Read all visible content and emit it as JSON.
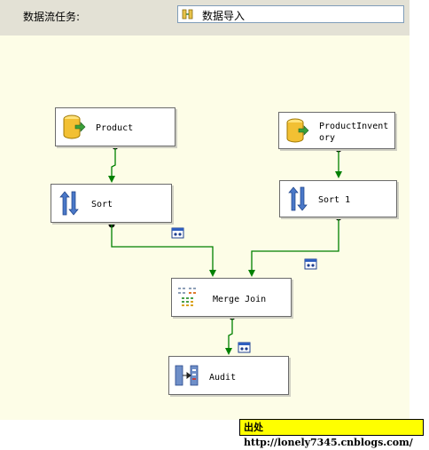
{
  "header": {
    "task_label": "数据流任务:",
    "selected_task": "数据导入",
    "selected_task_icon": "dataflow-task-icon"
  },
  "tasks": {
    "product": {
      "label": "Product",
      "icon": "ole-db-source-icon"
    },
    "product_inventory": {
      "label": "ProductInventory",
      "icon": "ole-db-source-icon"
    },
    "sort": {
      "label": "Sort",
      "icon": "sort-icon"
    },
    "sort1": {
      "label": "Sort 1",
      "icon": "sort-icon"
    },
    "merge_join": {
      "label": "Merge Join",
      "icon": "merge-join-icon"
    },
    "audit": {
      "label": "Audit",
      "icon": "audit-icon"
    }
  },
  "paths": [
    {
      "from": "Product",
      "to": "Sort"
    },
    {
      "from": "ProductInventory",
      "to": "Sort 1"
    },
    {
      "from": "Sort",
      "to": "Merge Join",
      "data_viewer": true
    },
    {
      "from": "Sort 1",
      "to": "Merge Join",
      "data_viewer": true
    },
    {
      "from": "Merge Join",
      "to": "Audit",
      "data_viewer": true
    }
  ],
  "colors": {
    "canvas": "#fdfde7",
    "path": "#008000",
    "header": "#e3e1d5",
    "watermark": "#ffff00"
  },
  "watermark": "出处http://lonely7345.cnblogs.com/"
}
